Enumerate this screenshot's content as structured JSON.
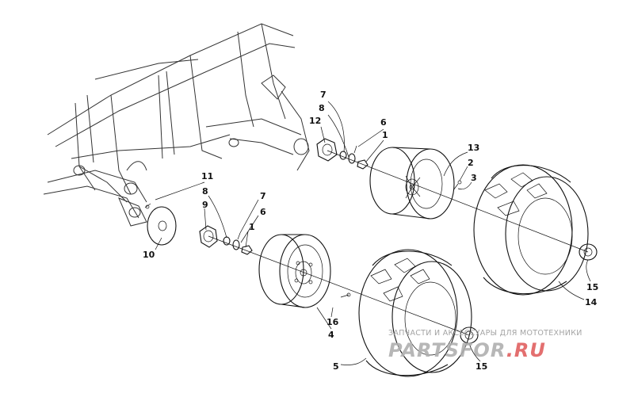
{
  "callouts": {
    "c1a": "1",
    "c2": "2",
    "c3": "3",
    "c4": "4",
    "c5": "5",
    "c6a": "6",
    "c6b": "6",
    "c7a": "7",
    "c7b": "7",
    "c8a": "8",
    "c8b": "8",
    "c9": "9",
    "c10": "10",
    "c11": "11",
    "c12": "12",
    "c13": "13",
    "c14": "14",
    "c15a": "15",
    "c15b": "15",
    "c16": "16",
    "c1b": "1"
  },
  "watermark": {
    "tagline": "ЗАПЧАСТИ И АКСЕССУАРЫ ДЛЯ МОТОТЕХНИКИ",
    "logo_main": "PARTSFOR",
    "logo_tld": ".RU"
  },
  "colors": {
    "ink": "#111111",
    "watermark_grey": "#a8a8a8",
    "watermark_red": "#e06060"
  }
}
